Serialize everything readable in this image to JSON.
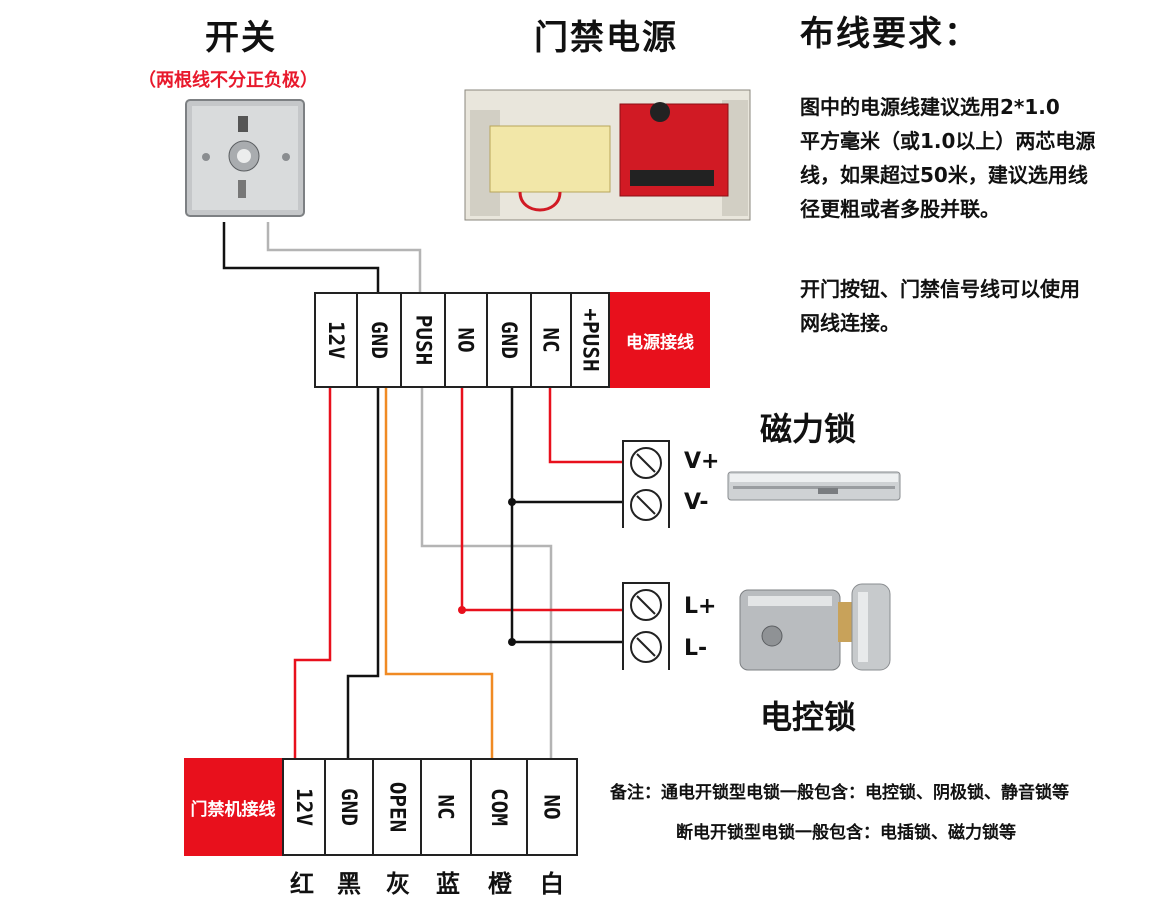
{
  "titles": {
    "switch": "开关",
    "switch_note": "（两根线不分正负极）",
    "power": "门禁电源",
    "requirements": "布线要求："
  },
  "requirements": {
    "para1_lines": [
      "图中的电源线建议选用2*1.0",
      "平方毫米（或1.0以上）两芯电源",
      "线，如果超过50米，建议选用线",
      "径更粗或者多股并联。"
    ],
    "para2_lines": [
      "开门按钮、门禁信号线可以使用",
      "网线连接。"
    ]
  },
  "power_block": {
    "terminals": [
      "12V",
      "GND",
      "PUSH",
      "NO",
      "GND",
      "NC",
      "+PUSH"
    ],
    "tag": "电源接线"
  },
  "controller_block": {
    "tag": "门禁机接线",
    "terminals": [
      "12V",
      "GND",
      "OPEN",
      "NC",
      "COM",
      "NO"
    ],
    "colors": [
      "红",
      "黑",
      "灰",
      "蓝",
      "橙",
      "白"
    ]
  },
  "maglock": {
    "name": "磁力锁",
    "plus": "V+",
    "minus": "V-"
  },
  "elock": {
    "name": "电控锁",
    "plus": "L+",
    "minus": "L-"
  },
  "remarks": {
    "line1": "备注：通电开锁型电锁一般包含：电控锁、阴极锁、静音锁等",
    "line2": "断电开锁型电锁一般包含：电插锁、磁力锁等"
  },
  "wire_colors": {
    "red": "#e8101c",
    "black": "#111111",
    "gray": "#b4b4b4",
    "orange": "#f08a24"
  }
}
